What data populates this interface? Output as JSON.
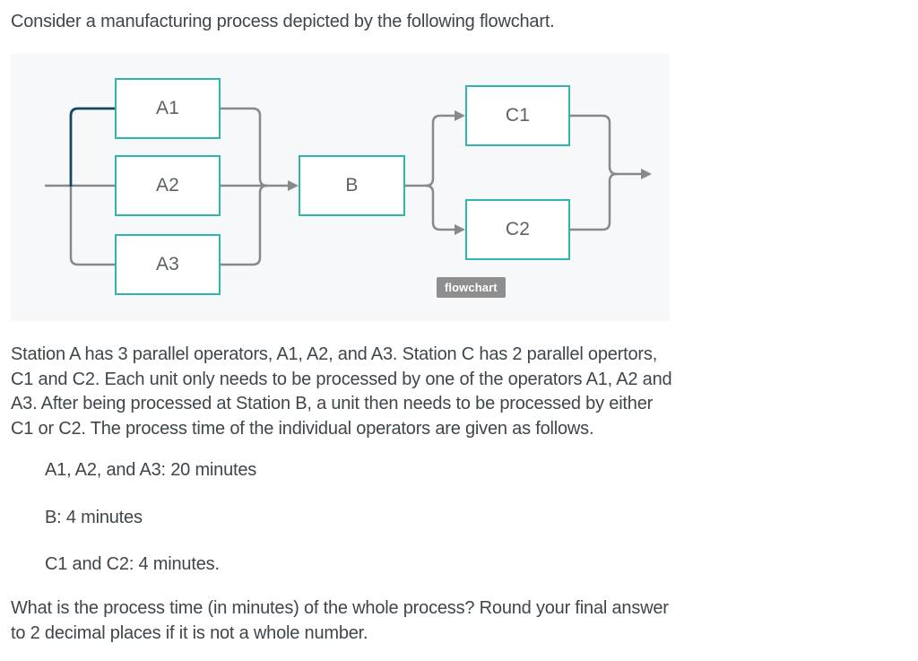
{
  "title": "Consider a manufacturing process depicted by the following flowchart.",
  "flowchart": {
    "badge_label": "flowchart",
    "nodes": [
      {
        "id": "A1",
        "label": "A1"
      },
      {
        "id": "A2",
        "label": "A2"
      },
      {
        "id": "A3",
        "label": "A3"
      },
      {
        "id": "B",
        "label": "B"
      },
      {
        "id": "C1",
        "label": "C1"
      },
      {
        "id": "C2",
        "label": "C2"
      }
    ],
    "edges": [
      {
        "from": "start",
        "to": "A1"
      },
      {
        "from": "start",
        "to": "A2"
      },
      {
        "from": "start",
        "to": "A3"
      },
      {
        "from": "A1",
        "to": "B"
      },
      {
        "from": "A2",
        "to": "B"
      },
      {
        "from": "A3",
        "to": "B"
      },
      {
        "from": "B",
        "to": "C1"
      },
      {
        "from": "B",
        "to": "C2"
      },
      {
        "from": "C1",
        "to": "end"
      },
      {
        "from": "C2",
        "to": "end"
      }
    ],
    "colors": {
      "panel_background": "#f7f8fa",
      "node_border": "#30b4ae",
      "node_fill": "#ffffff",
      "node_text": "#5c6266",
      "connector": "#898989",
      "highlight_connector": "#17465f",
      "badge_background": "#8e8e8e",
      "badge_text": "#ffffff"
    }
  },
  "body": {
    "description_lines": [
      "Station A has 3 parallel operators, A1, A2, and A3. Station C has 2 parallel opertors,",
      "C1 and C2. Each unit only needs to be processed by one of the operators A1, A2 and",
      "A3. After being processed at Station B, a unit then needs to be processed by either",
      "C1 or C2. The process time of the individual operators are given as follows."
    ],
    "process_times": [
      "A1, A2, and A3: 20 minutes",
      "B: 4 minutes",
      "C1 and C2: 4 minutes."
    ],
    "question_lines": [
      "What is the process time (in minutes) of the whole process? Round your final answer",
      "to 2 decimal places if it is not a whole number."
    ]
  }
}
